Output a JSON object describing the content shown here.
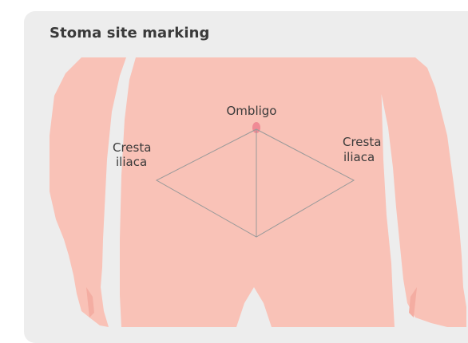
{
  "title": "Stoma site marking",
  "labels": {
    "umbilicus": "Ombligo",
    "iliac_left_line1": "Cresta",
    "iliac_left_line2": "iliaca",
    "iliac_right_line1": "Cresta",
    "iliac_right_line2": "iliaca"
  },
  "colors": {
    "skin": "#f9c2b7",
    "skin_shadow": "#f4ada2",
    "navel": "#f08a95",
    "lines": "#9a9a9a",
    "card_bg": "#ededed"
  }
}
